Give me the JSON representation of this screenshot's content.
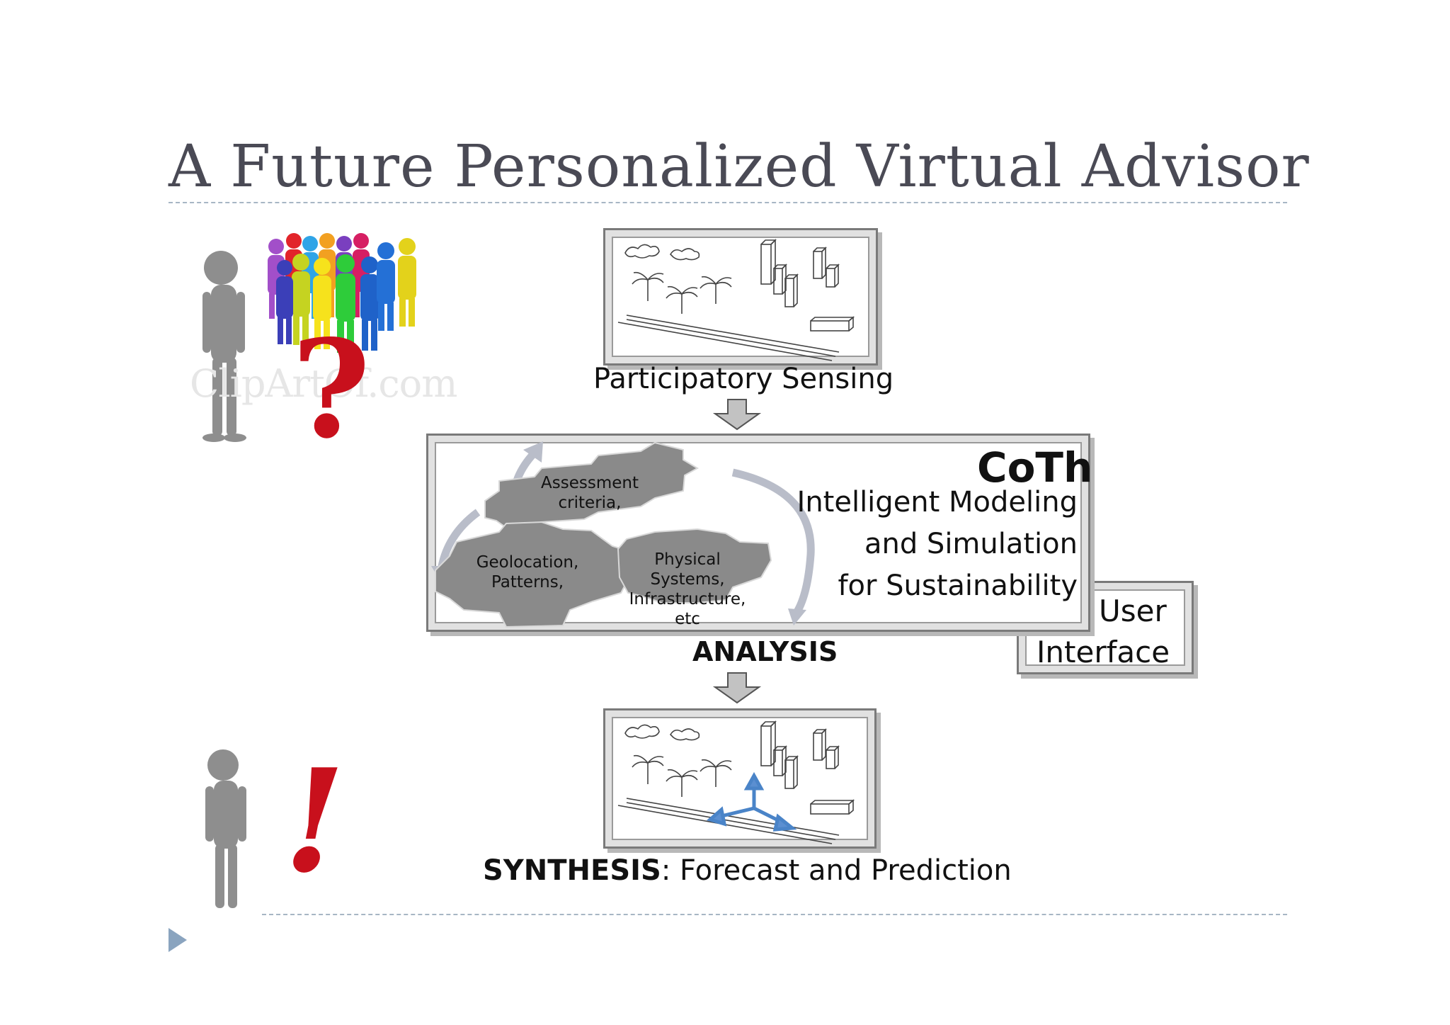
{
  "slide": {
    "title": "A Future Personalized Virtual Advisor"
  },
  "sensing": {
    "label": "Participatory Sensing"
  },
  "analysis": {
    "gear_top": "Assessment criteria,",
    "gear_left": "Geolocation, Patterns,",
    "gear_right": "Physical Systems, Infrastructure, etc",
    "brand": "CoTh",
    "line1": "Intelligent Modeling",
    "line2": "and Simulation",
    "line3": "for Sustainability",
    "label": "ANALYSIS"
  },
  "user_interface": {
    "line1": "User",
    "line2": "Interface"
  },
  "synthesis": {
    "label_bold": "SYNTHESIS",
    "label_rest": ": Forecast and Prediction"
  },
  "watermark": {
    "text": "ClipArtOf.com"
  },
  "symbols": {
    "question": "?",
    "exclaim": "!"
  },
  "colors": {
    "accent_red": "#c8101c",
    "gear_gray": "#8a8a8a",
    "arrow_blue": "#5b8fd1",
    "text_dark": "#111111"
  }
}
